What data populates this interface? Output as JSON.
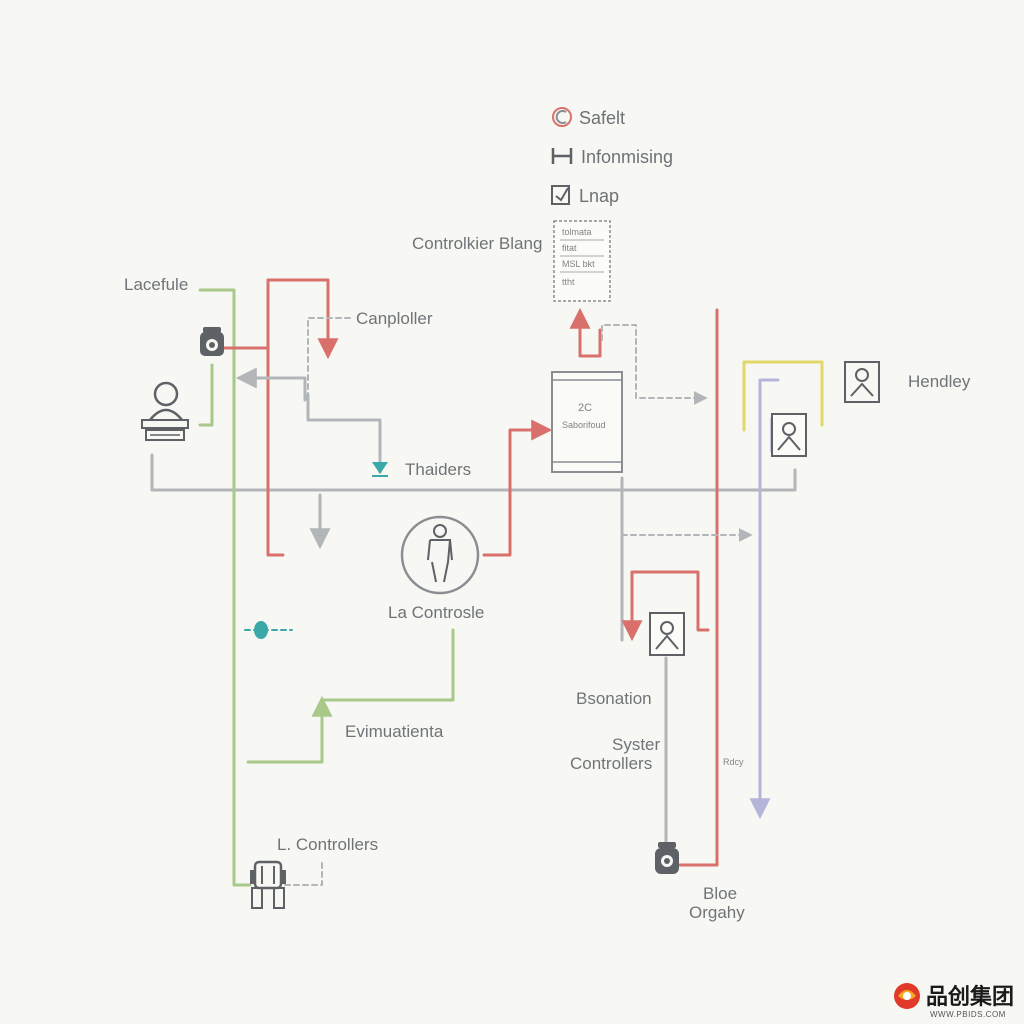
{
  "legend": [
    {
      "icon": "safety-icon",
      "label": "Safelt"
    },
    {
      "icon": "bracket-icon",
      "label": "Infonmising"
    },
    {
      "icon": "map-icon",
      "label": "Lnap"
    }
  ],
  "labels": {
    "controller_blang": "Controlkier Blang",
    "lacefule": "Lacefule",
    "canploller": "Canploller",
    "thaiders": "Thaiders",
    "hendley": "Hendley",
    "la_controsle": "La Controsle",
    "bsonation": "Bsonation",
    "syster_line1": "Syster",
    "syster_line2": "Controllers",
    "evimuatienta": "Evimuatienta",
    "l_controllers": "L. Controllers",
    "bloe_line1": "Bloe",
    "bloe_line2": "Orgahy"
  },
  "panel_table": {
    "rows": [
      "tolmata",
      "fitat",
      "MSL bkt",
      "ttht"
    ]
  },
  "server_box": {
    "line1": "2C",
    "line2": "Saborifoud"
  },
  "small_tag": "Rdcy",
  "watermark": {
    "brand": "品创集团",
    "url": "WWW.PBIDS.COM"
  },
  "colors": {
    "red": "#d9706c",
    "green": "#a9c98a",
    "gray": "#b3b6b8",
    "purple": "#b5b5dc",
    "yellow": "#e0d86a",
    "teal": "#3aa8a8",
    "dark": "#5e6266"
  }
}
